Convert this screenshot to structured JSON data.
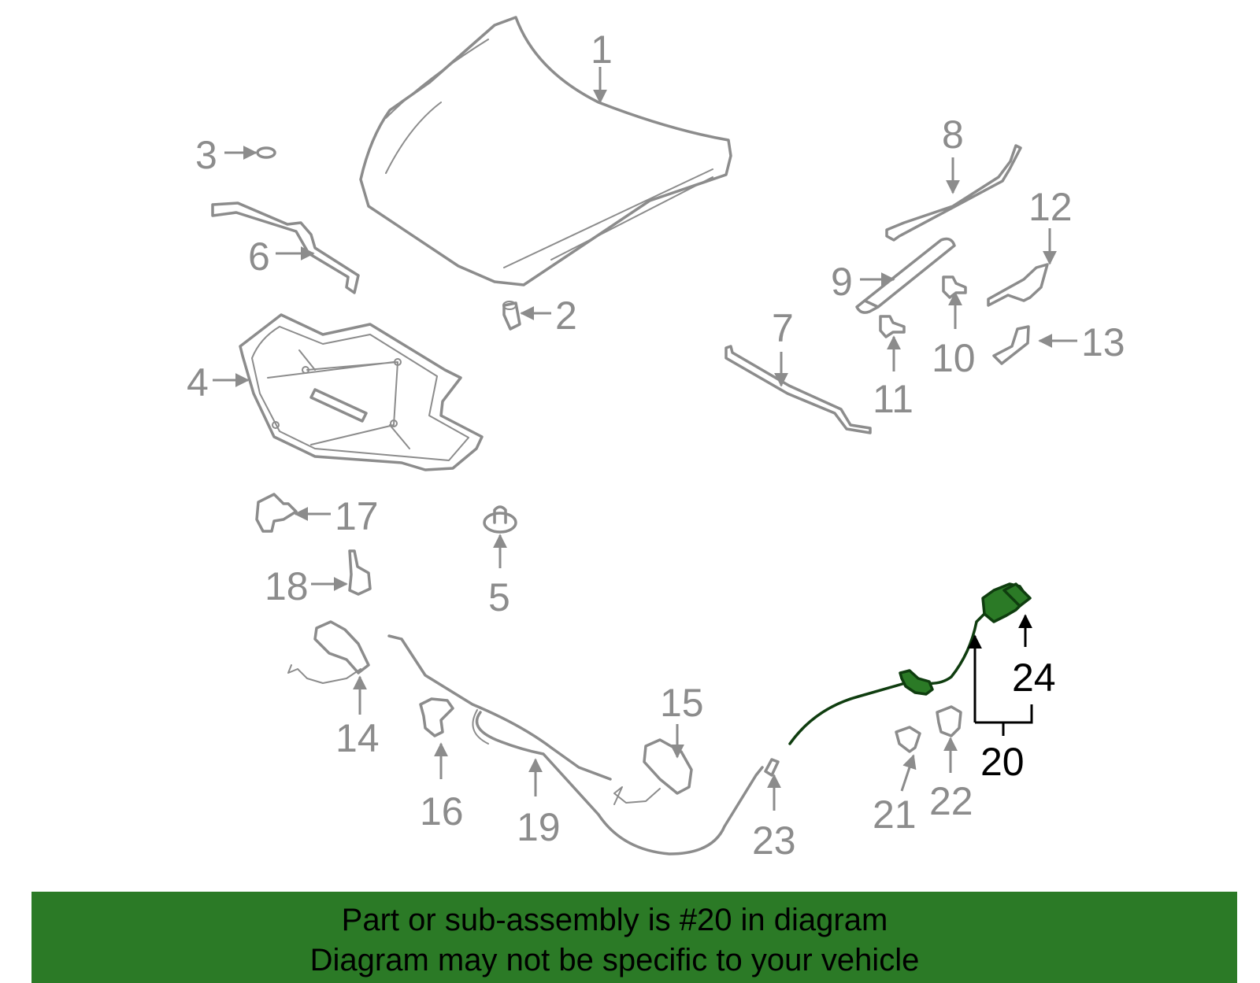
{
  "colors": {
    "background": "#ffffff",
    "part_outline": "#8c8c8c",
    "highlight_fill": "#2b7a26",
    "highlight_outline": "#0f3d0f",
    "banner_background": "#2b7a26",
    "banner_text": "#000000"
  },
  "callouts": {
    "c1": "1",
    "c2": "2",
    "c3": "3",
    "c4": "4",
    "c5": "5",
    "c6": "6",
    "c7": "7",
    "c8": "8",
    "c9": "9",
    "c10": "10",
    "c11": "11",
    "c12": "12",
    "c13": "13",
    "c14": "14",
    "c15": "15",
    "c16": "16",
    "c17": "17",
    "c18": "18",
    "c19": "19",
    "c20": "20",
    "c21": "21",
    "c22": "22",
    "c23": "23",
    "c24": "24"
  },
  "highlighted_parts": [
    "20",
    "24"
  ],
  "banner": {
    "line1": "Part or sub-assembly is #20 in diagram",
    "line2": "Diagram may not be specific to your vehicle"
  }
}
